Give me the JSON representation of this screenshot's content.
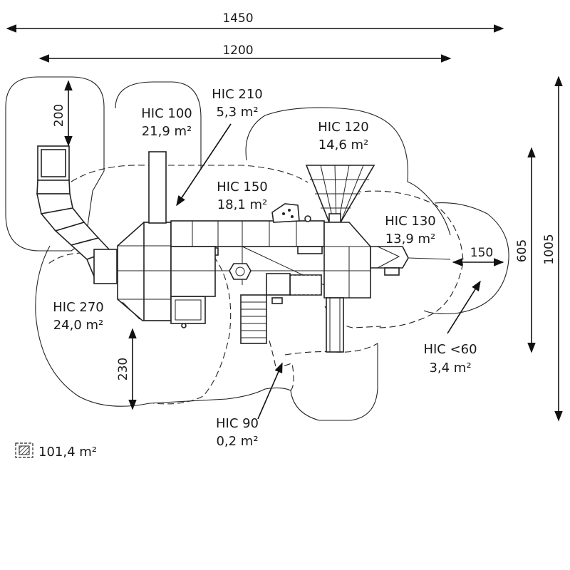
{
  "dimensions": {
    "overall_width": "1450",
    "frame_width": "1200",
    "overall_depth": "1005",
    "frame_depth": "605",
    "slide_clearance": "200",
    "side_clearance": "150",
    "bottom_clearance": "230"
  },
  "zones": {
    "hic100": {
      "label": "HIC 100",
      "area": "21,9 m²"
    },
    "hic210": {
      "label": "HIC 210",
      "area": "5,3 m²"
    },
    "hic120": {
      "label": "HIC 120",
      "area": "14,6 m²"
    },
    "hic150": {
      "label": "HIC 150",
      "area": "18,1 m²"
    },
    "hic130": {
      "label": "HIC 130",
      "area": "13,9 m²"
    },
    "hic270": {
      "label": "HIC 270",
      "area": "24,0 m²"
    },
    "hic60": {
      "label": "HIC <60",
      "area": "3,4 m²"
    },
    "hic90": {
      "label": "HIC 90",
      "area": "0,2 m²"
    }
  },
  "legend": {
    "total_area": "101,4 m²",
    "icon": "hatched-area-icon"
  }
}
